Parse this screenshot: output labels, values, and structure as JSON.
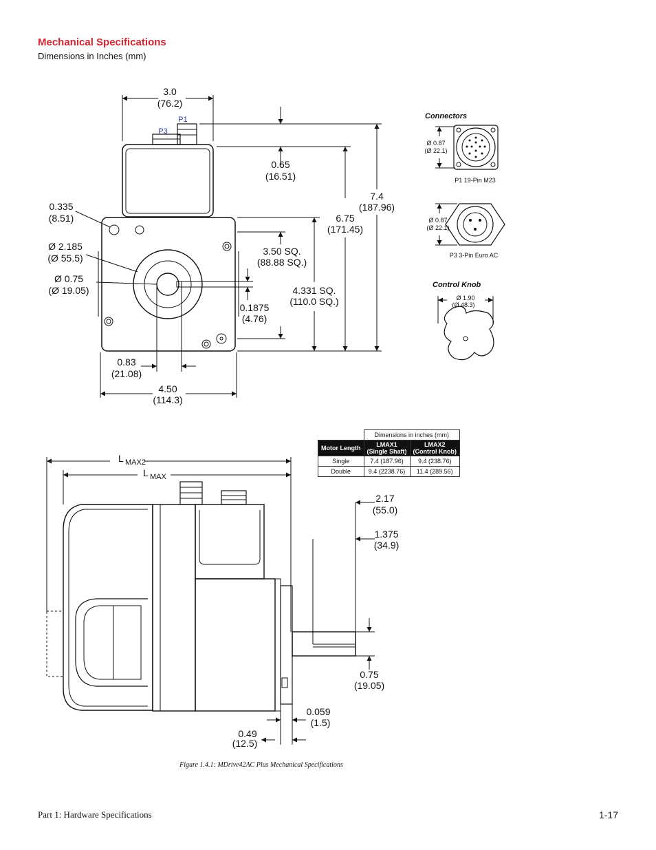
{
  "header": {
    "title": "Mechanical Specifications",
    "subtitle": "Dimensions in Inches (mm)"
  },
  "top_view": {
    "width": "3.0",
    "width_mm": "(76.2)",
    "p1": "P1",
    "p3": "P3",
    "conn_height": "0.65",
    "conn_height_mm": "(16.51)",
    "total_height": "7.4",
    "total_height_mm": "(187.96)",
    "body_height": "6.75",
    "body_height_mm": "(171.45)",
    "hole": "0.335",
    "hole_mm": "(8.51)",
    "pilot": "Ø 2.185",
    "pilot_mm": "(Ø 55.5)",
    "shaft": "Ø 0.75",
    "shaft_mm": "(Ø 19.05)",
    "bolt_sq": "3.50 SQ.",
    "bolt_sq_mm": "(88.88 SQ.)",
    "flange_sq": "4.331 SQ.",
    "flange_sq_mm": "(110.0 SQ.)",
    "flat": "0.1875",
    "flat_mm": "(4.76)",
    "offset": "0.83",
    "offset_mm": "(21.08)",
    "base": "4.50",
    "base_mm": "(114.3)"
  },
  "connectors": {
    "heading": "Connectors",
    "p1_dia": "Ø 0.87",
    "p1_dia_mm": "(Ø 22.1)",
    "p1_label": "P1 19-Pin M23",
    "p3_dia": "Ø 0.87",
    "p3_dia_mm": "(Ø 22.1)",
    "p3_label": "P3 3-Pin Euro AC"
  },
  "knob": {
    "heading": "Control Knob",
    "dia": "Ø 1.90",
    "dia_mm": "(Ø 48.3)"
  },
  "side_view": {
    "lmax2": "L",
    "lmax2_sub": "MAX2",
    "lmax": "L",
    "lmax_sub": "MAX",
    "h1": "2.17",
    "h1_mm": "(55.0)",
    "h2": "1.375",
    "h2_mm": "(34.9)",
    "shaft_dia": "0.75",
    "shaft_dia_mm": "(19.05)",
    "flange_t": "0.059",
    "flange_t_mm": "(1.5)",
    "boss": "0.49",
    "boss_mm": "(12.5)"
  },
  "table": {
    "caption": "Dimensions in inches (mm)",
    "headers": [
      "Motor Length",
      "LMAX1",
      "(Single Shaft)",
      "LMAX2",
      "(Control Knob)"
    ],
    "rows": [
      {
        "label": "Single",
        "lmax1": "7.4 (187.96)",
        "lmax2": "9.4 (238.76)"
      },
      {
        "label": "Double",
        "lmax1": "9.4 (2238.76)",
        "lmax2": "11.4 (289.56)"
      }
    ]
  },
  "caption": "Figure 1.4.1: MDrive42AC Plus Mechanical Specifications",
  "footer": {
    "left": "Part 1: Hardware Specifications",
    "right": "1-17"
  },
  "colors": {
    "title": "#d22630",
    "connector_label": "#2b3ea0"
  }
}
